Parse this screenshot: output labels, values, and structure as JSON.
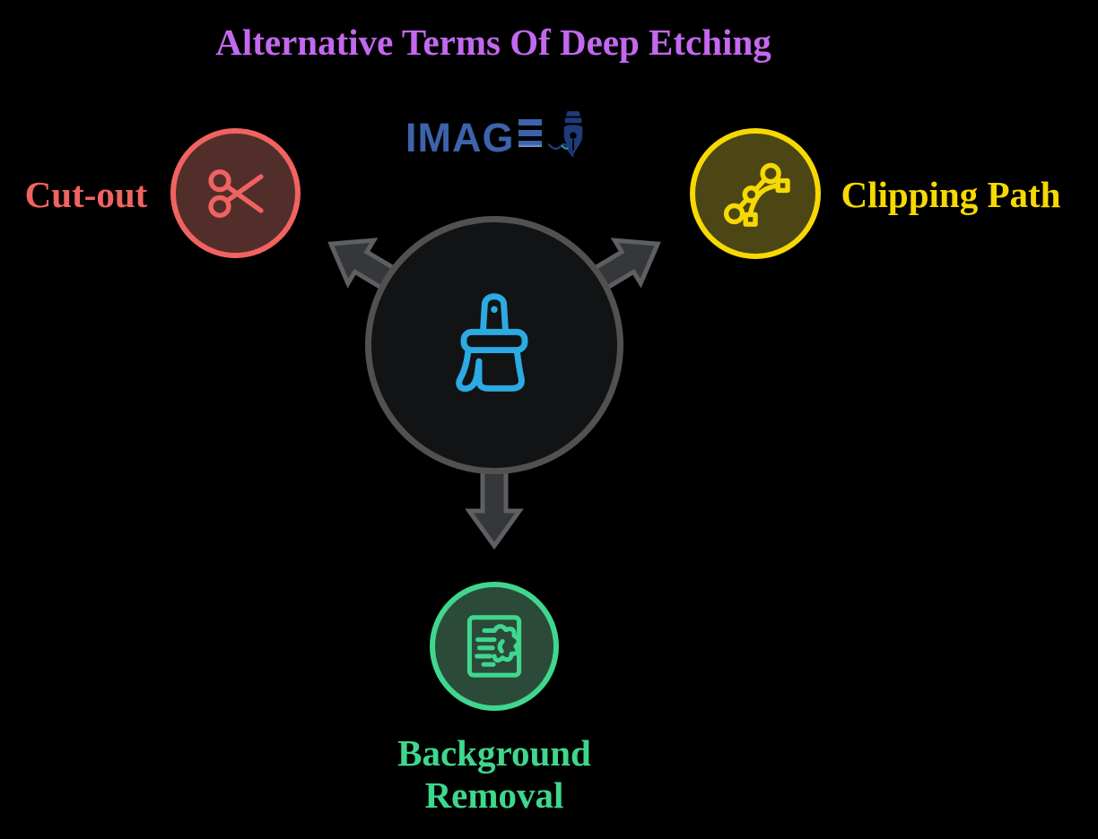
{
  "title": {
    "text": "Alternative Terms Of Deep Etching",
    "color": "#c368ef"
  },
  "logo": {
    "word_prefix": "IMAG",
    "stylized_last_letter": "E",
    "full_name": "IMAGE",
    "icon": "pen-nib-icon",
    "text_color": "#3c63ac",
    "pen_color": "#1e3b7a"
  },
  "center_node": {
    "icon": "paint-brush-icon",
    "icon_color": "#2caae2",
    "fill": "#111315",
    "border_color": "#515151"
  },
  "arrows": {
    "directions": [
      "up-left",
      "up-right",
      "down"
    ],
    "fill": "#35373a",
    "outline": "#5d5f62"
  },
  "terms": [
    {
      "label": "Cut-out",
      "icon": "scissors-icon",
      "accent_color": "#f06361",
      "circle_fill": "#522e2b",
      "position": "left"
    },
    {
      "label": "Clipping Path",
      "icon": "bezier-curve-icon",
      "accent_color": "#f6d903",
      "circle_fill": "#4c4614",
      "position": "right"
    },
    {
      "label": "Background Removal",
      "label_lines": [
        "Background",
        "Removal"
      ],
      "icon": "background-removal-icon",
      "accent_color": "#3fd78d",
      "circle_fill": "#2c4a3a",
      "position": "bottom"
    }
  ]
}
